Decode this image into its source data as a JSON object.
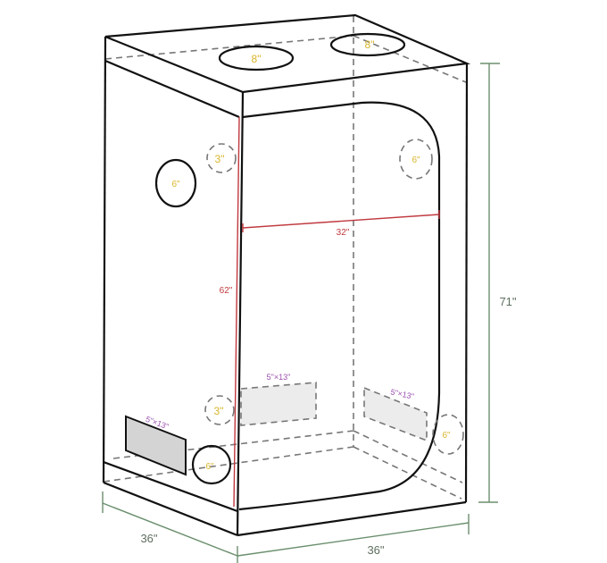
{
  "colors": {
    "port_label": "#d9b62a",
    "window_label": "#9b4fb0",
    "interior_dimension": "#c0393f",
    "exterior_dimension": "#6b8f6e"
  },
  "ports": {
    "top_front": "8\"",
    "top_back": "8\"",
    "left_side_upper": "6\"",
    "left_upper_small": "3\"",
    "back_upper": "6\"",
    "left_lower_small": "3\"",
    "left_lower": "6\"",
    "back_lower": "6\""
  },
  "windows": {
    "left_side": "5\"×13\"",
    "front_back_wall": "5\"×13\"",
    "right_back_wall": "5\"×13\""
  },
  "dimensions": {
    "door_height": "62\"",
    "door_width": "32\"",
    "height": "71\"",
    "depth": "36\"",
    "width": "36\""
  }
}
